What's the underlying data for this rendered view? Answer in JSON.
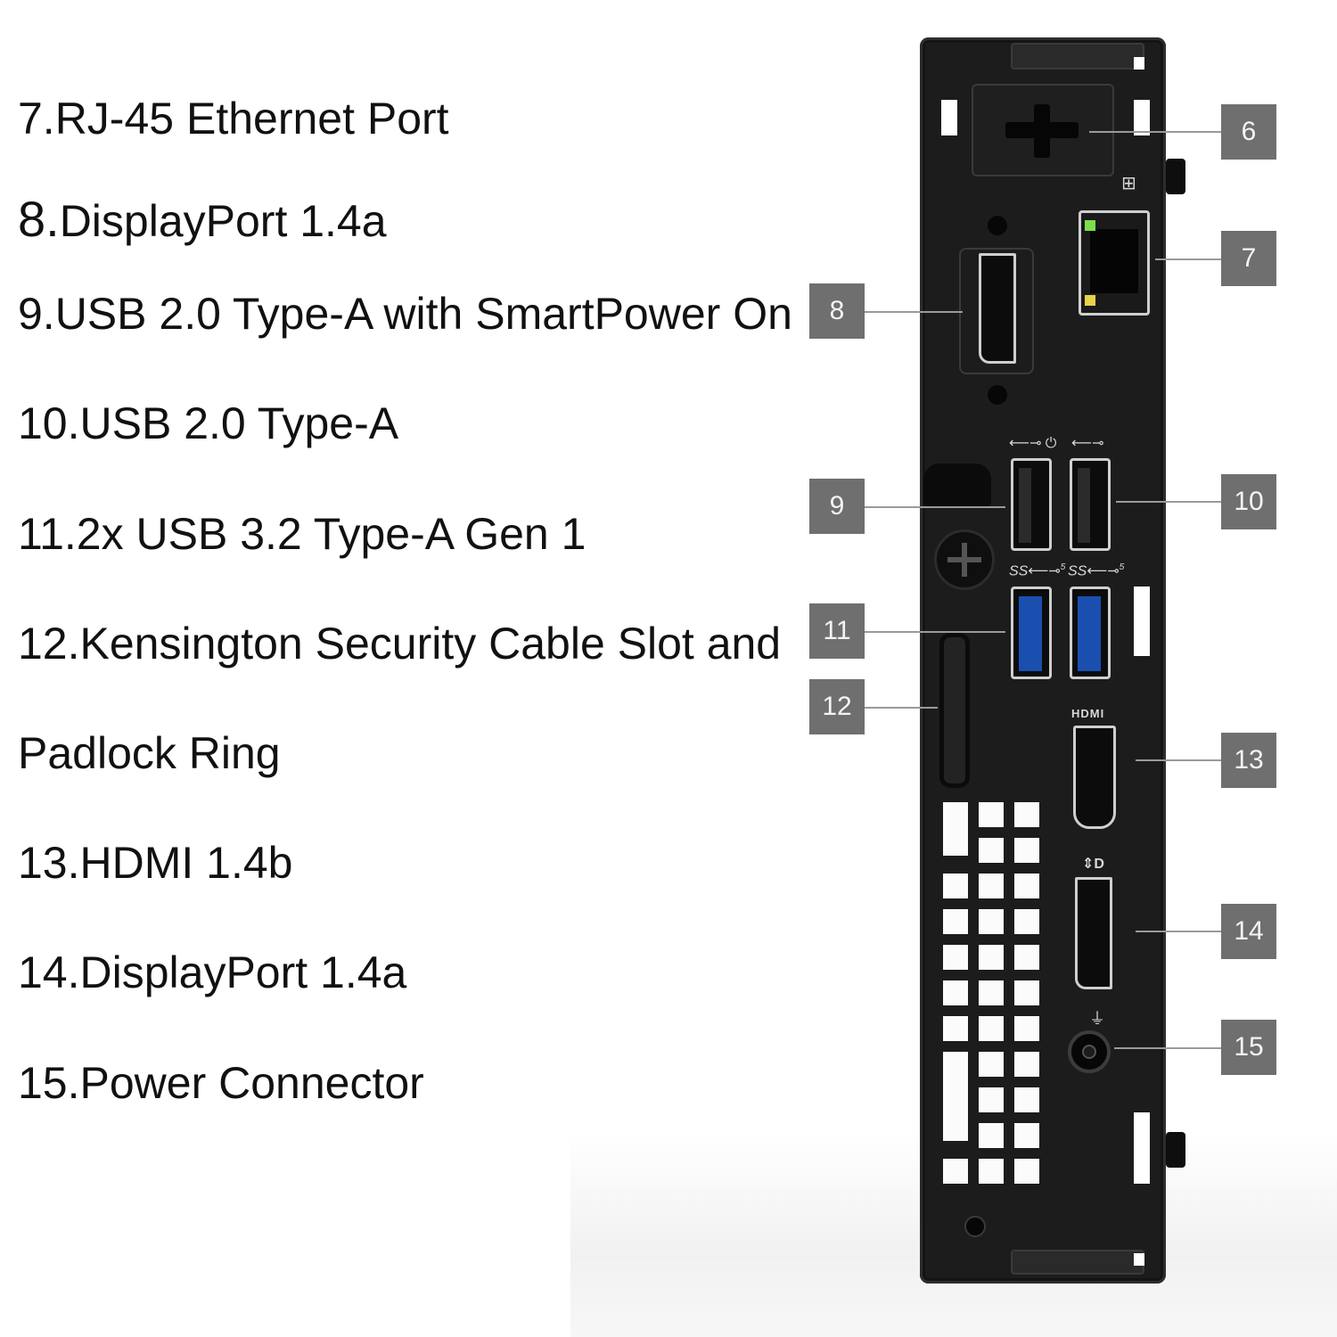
{
  "legend": [
    {
      "num": "7.",
      "text": " RJ-45 Ethernet Port"
    },
    {
      "num": "8.",
      "text": "DisplayPort 1.4a"
    },
    {
      "num": "9.",
      "text": " USB 2.0 Type-A with SmartPower On"
    },
    {
      "num": "10.",
      "text": " USB 2.0 Type-A"
    },
    {
      "num": "11.",
      "text": " 2x USB 3.2 Type-A Gen 1"
    },
    {
      "num": "12.",
      "text": " Kensington Security Cable Slot and"
    },
    {
      "num": "",
      "text": "Padlock Ring"
    },
    {
      "num": "13.",
      "text": " HDMI 1.4b"
    },
    {
      "num": "14.",
      "text": " DisplayPort 1.4a"
    },
    {
      "num": "15.",
      "text": " Power Connector"
    }
  ],
  "callouts": [
    "6",
    "7",
    "8",
    "9",
    "10",
    "11",
    "12",
    "13",
    "14",
    "15"
  ],
  "port_labels": {
    "hdmi": "HDMI",
    "usb_ss_left": "SS",
    "usb_ss_right": "SS",
    "ss_gen_left": "5",
    "ss_gen_right": "5"
  },
  "colors": {
    "chassis": "#1c1c1d",
    "callout_box": "#6f6f6f",
    "usb3_blue": "#1a4fb0",
    "ethernet_led_green": "#7be04a",
    "ethernet_led_amber": "#e8d24a"
  }
}
